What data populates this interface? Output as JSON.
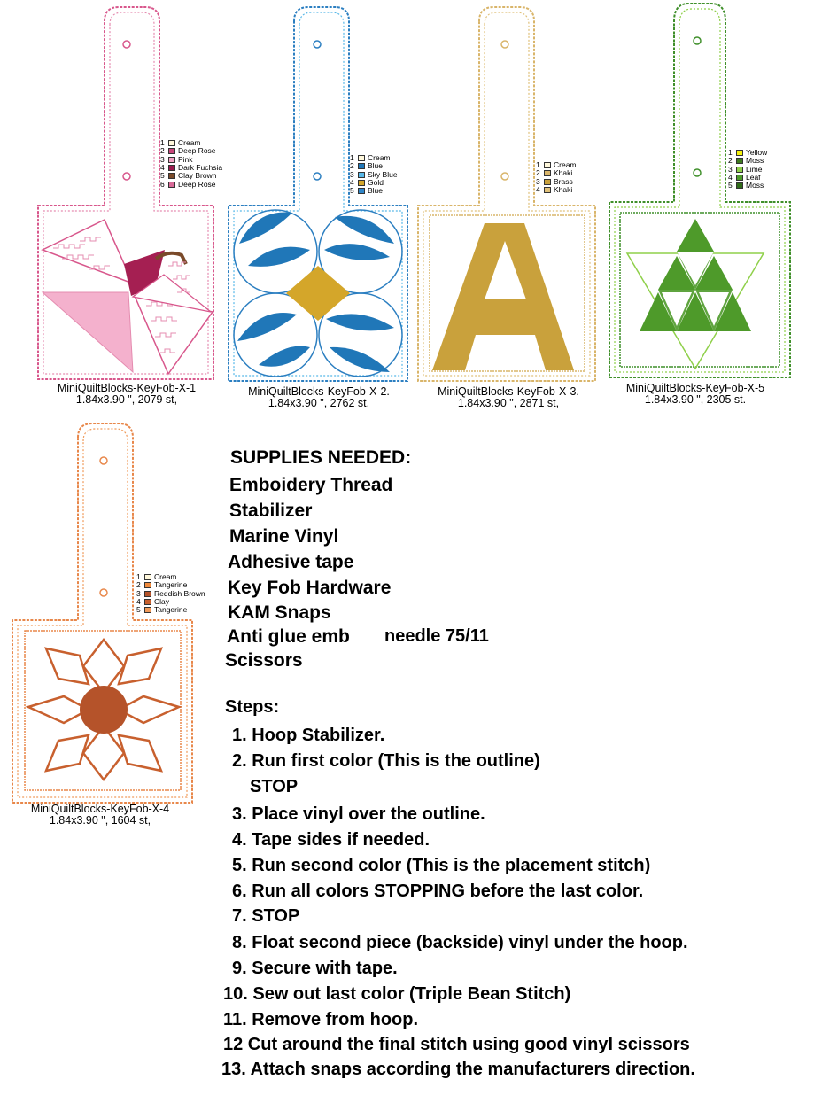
{
  "fobs": [
    {
      "caption_name": "MiniQuiltBlocks-KeyFob-X-1",
      "caption_info": "1.84x3.90 \", 2079 st,",
      "outline_color": "#d8578c",
      "legend": [
        {
          "num": "1",
          "name": "Cream",
          "color": "#fff8dc"
        },
        {
          "num": "2",
          "name": "Deep Rose",
          "color": "#c8467a"
        },
        {
          "num": "3",
          "name": "Pink",
          "color": "#f2a3c4"
        },
        {
          "num": "4",
          "name": "Dark Fuchsia",
          "color": "#9b1a4e"
        },
        {
          "num": "5",
          "name": "Clay Brown",
          "color": "#7a4a2a"
        },
        {
          "num": "6",
          "name": "Deep Rose",
          "color": "#d86a98"
        }
      ]
    },
    {
      "caption_name": "MiniQuiltBlocks-KeyFob-X-2.",
      "caption_info": "1.84x3.90 \", 2762 st,",
      "outline_color": "#2c7fc1",
      "legend": [
        {
          "num": "1",
          "name": "Cream",
          "color": "#fff8dc"
        },
        {
          "num": "2",
          "name": "Blue",
          "color": "#2077b8"
        },
        {
          "num": "3",
          "name": "Sky Blue",
          "color": "#58b8e8"
        },
        {
          "num": "4",
          "name": "Gold",
          "color": "#d4a62a"
        },
        {
          "num": "5",
          "name": "Blue",
          "color": "#2f86c8"
        }
      ]
    },
    {
      "caption_name": "MiniQuiltBlocks-KeyFob-X-3.",
      "caption_info": "1.84x3.90 \", 2871 st,",
      "outline_color": "#d9b56a",
      "legend": [
        {
          "num": "1",
          "name": "Cream",
          "color": "#fff8dc"
        },
        {
          "num": "2",
          "name": "Khaki",
          "color": "#d9b56a"
        },
        {
          "num": "3",
          "name": "Brass",
          "color": "#c9a13c"
        },
        {
          "num": "4",
          "name": "Khaki",
          "color": "#e0c17a"
        }
      ]
    },
    {
      "caption_name": "MiniQuiltBlocks-KeyFob-X-5",
      "caption_info": "1.84x3.90 \", 2305 st.",
      "outline_color": "#3f8f2a",
      "legend": [
        {
          "num": "1",
          "name": "Yellow",
          "color": "#f5f20a"
        },
        {
          "num": "2",
          "name": "Moss",
          "color": "#3d7a1f"
        },
        {
          "num": "3",
          "name": "Lime",
          "color": "#8fd04a"
        },
        {
          "num": "4",
          "name": "Leaf",
          "color": "#4e9a2a"
        },
        {
          "num": "5",
          "name": "Moss",
          "color": "#2f6b18"
        }
      ]
    },
    {
      "caption_name": "MiniQuiltBlocks-KeyFob-X-4",
      "caption_info": "1.84x3.90 \", 1604 st,",
      "outline_color": "#e8874a",
      "legend": [
        {
          "num": "1",
          "name": "Cream",
          "color": "#fff8dc"
        },
        {
          "num": "2",
          "name": "Tangerine",
          "color": "#f08a3c"
        },
        {
          "num": "3",
          "name": "Reddish Brown",
          "color": "#b5532a"
        },
        {
          "num": "4",
          "name": "Clay",
          "color": "#c8602e"
        },
        {
          "num": "5",
          "name": "Tangerine",
          "color": "#f09a5a"
        }
      ]
    }
  ],
  "supplies": {
    "title": "SUPPLIES NEEDED:",
    "items": [
      "Emboidery Thread",
      "Stabilizer",
      "Marine Vinyl",
      "Adhesive tape",
      "Key Fob Hardware",
      "KAM Snaps",
      "Anti glue emb",
      "Scissors"
    ],
    "needle_suffix": "needle 75/11"
  },
  "steps": {
    "title": "Steps:",
    "items": [
      "1. Hoop Stabilizer.",
      "2. Run first color  (This is the outline)",
      "STOP",
      "3. Place vinyl over the outline.",
      "4. Tape sides if needed.",
      "5. Run second color (This is the placement stitch)",
      "6. Run all colors STOPPING before the last color.",
      "7. STOP",
      "8. Float second piece (backside) vinyl under the hoop.",
      "9. Secure with tape.",
      "10. Sew out last color (Triple Bean Stitch)",
      "11. Remove from hoop.",
      "12 Cut around the final stitch using good vinyl scissors",
      "13. Attach snaps according the manufacturers direction."
    ]
  }
}
